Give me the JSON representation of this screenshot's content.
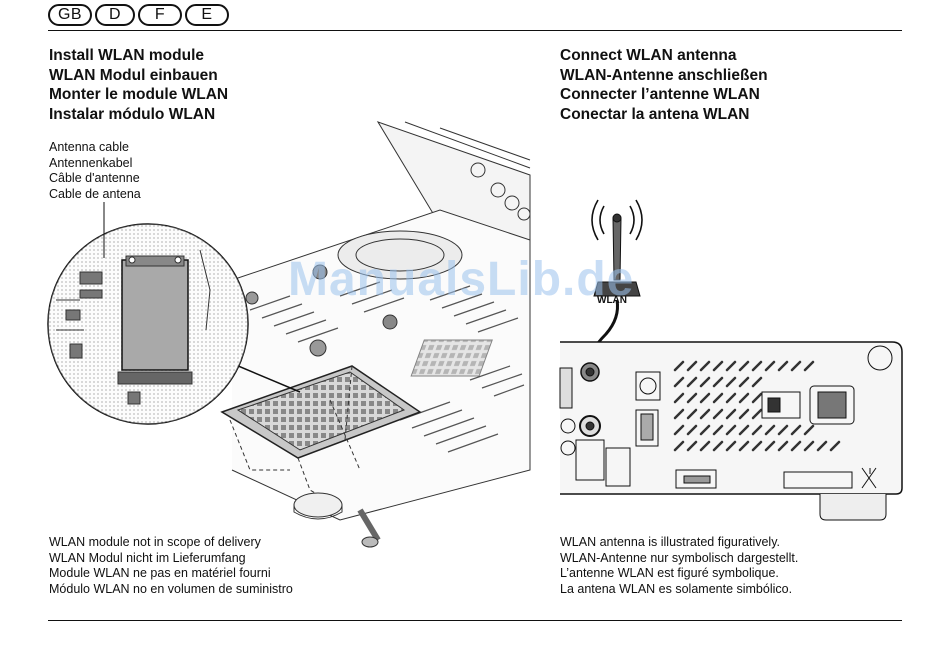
{
  "languages": [
    "GB",
    "D",
    "F",
    "E"
  ],
  "left_section": {
    "titles": [
      "Install WLAN module",
      "WLAN Modul einbauen",
      "Monter le module WLAN",
      "Instalar módulo WLAN"
    ],
    "callout_labels": [
      "Antenna cable",
      "Antennenkabel",
      "Câble d'antenne",
      "Cable de antena"
    ],
    "footnote": [
      "WLAN module not in scope of delivery",
      "WLAN Modul nicht im Lieferumfang",
      "Module WLAN ne pas en matériel fourni",
      "Módulo WLAN no en volumen de suministro"
    ]
  },
  "right_section": {
    "titles": [
      "Connect WLAN antenna",
      "WLAN-Antenne anschließen",
      "Connecter l’antenne WLAN",
      "Conectar la antena WLAN"
    ],
    "antenna_label": "WLAN",
    "footnote": [
      "WLAN antenna is illustrated figuratively.",
      "WLAN-Antenne nur symbolisch dargestellt.",
      "L’antenne WLAN est figuré symbolique.",
      "La antena WLAN es solamente simbólico."
    ]
  },
  "watermark": "ManualsLib.de"
}
